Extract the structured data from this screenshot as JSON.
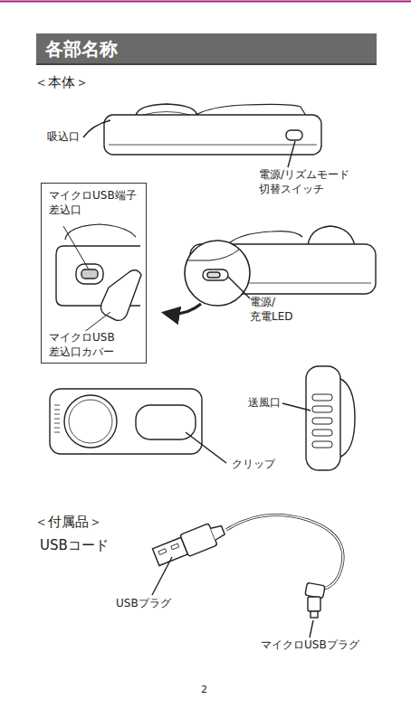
{
  "diagram": {
    "title": "各部名称",
    "nodes": [
      {
        "text": [
          "マイクロUSB端子 差込口",
          "マイクロUSB 差込口カバー"
        ]
      }
    ],
    "labels": [
      "＜本体＞",
      "吸込口",
      "電源/リズムモード 切替スイッチ",
      "電源/ 充電LED",
      "送風口",
      "クリップ",
      "＜付属品＞",
      "USBコード",
      "USBプラグ",
      "マイクロUSBプラグ",
      "2"
    ]
  }
}
